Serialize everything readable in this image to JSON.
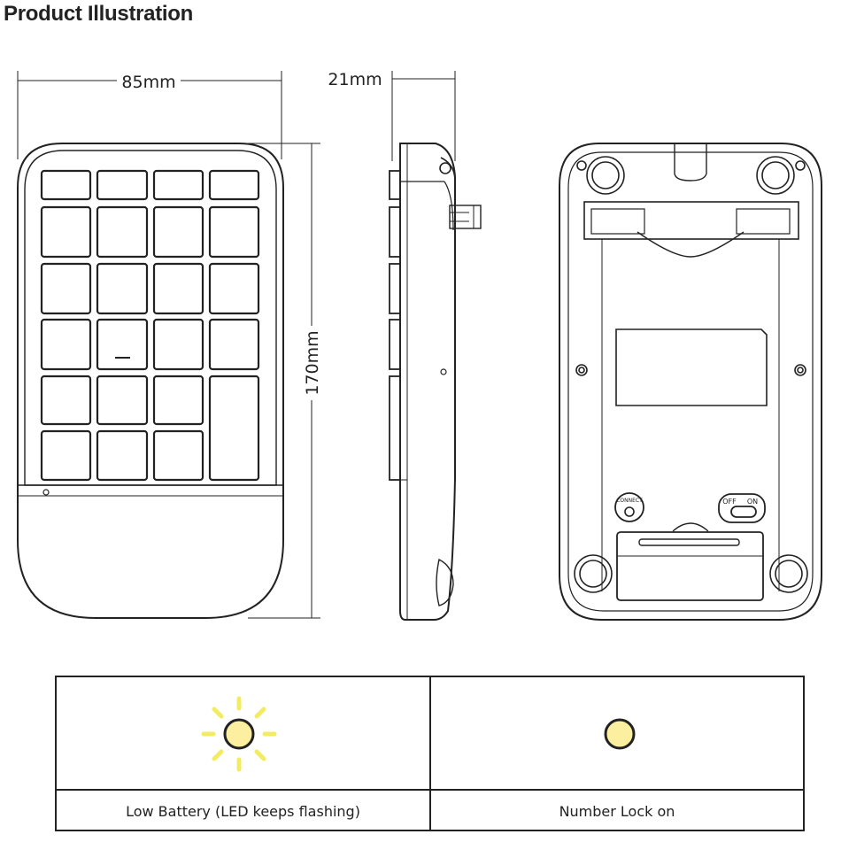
{
  "page": {
    "title": "Product Illustration"
  },
  "dimensions": {
    "width": "85mm",
    "depth": "21mm",
    "height": "170mm"
  },
  "back_panel": {
    "connect_label": "CONNECT",
    "switch_off": "OFF",
    "switch_on": "ON"
  },
  "colors": {
    "led_fill": "#fcf0a0",
    "led_rays": "#f2ec62",
    "outline": "#222222"
  },
  "indicators": [
    {
      "icon": "flashing-led-icon",
      "label": "Low Battery (LED keeps flashing)"
    },
    {
      "icon": "steady-led-icon",
      "label": "Number Lock on"
    }
  ]
}
